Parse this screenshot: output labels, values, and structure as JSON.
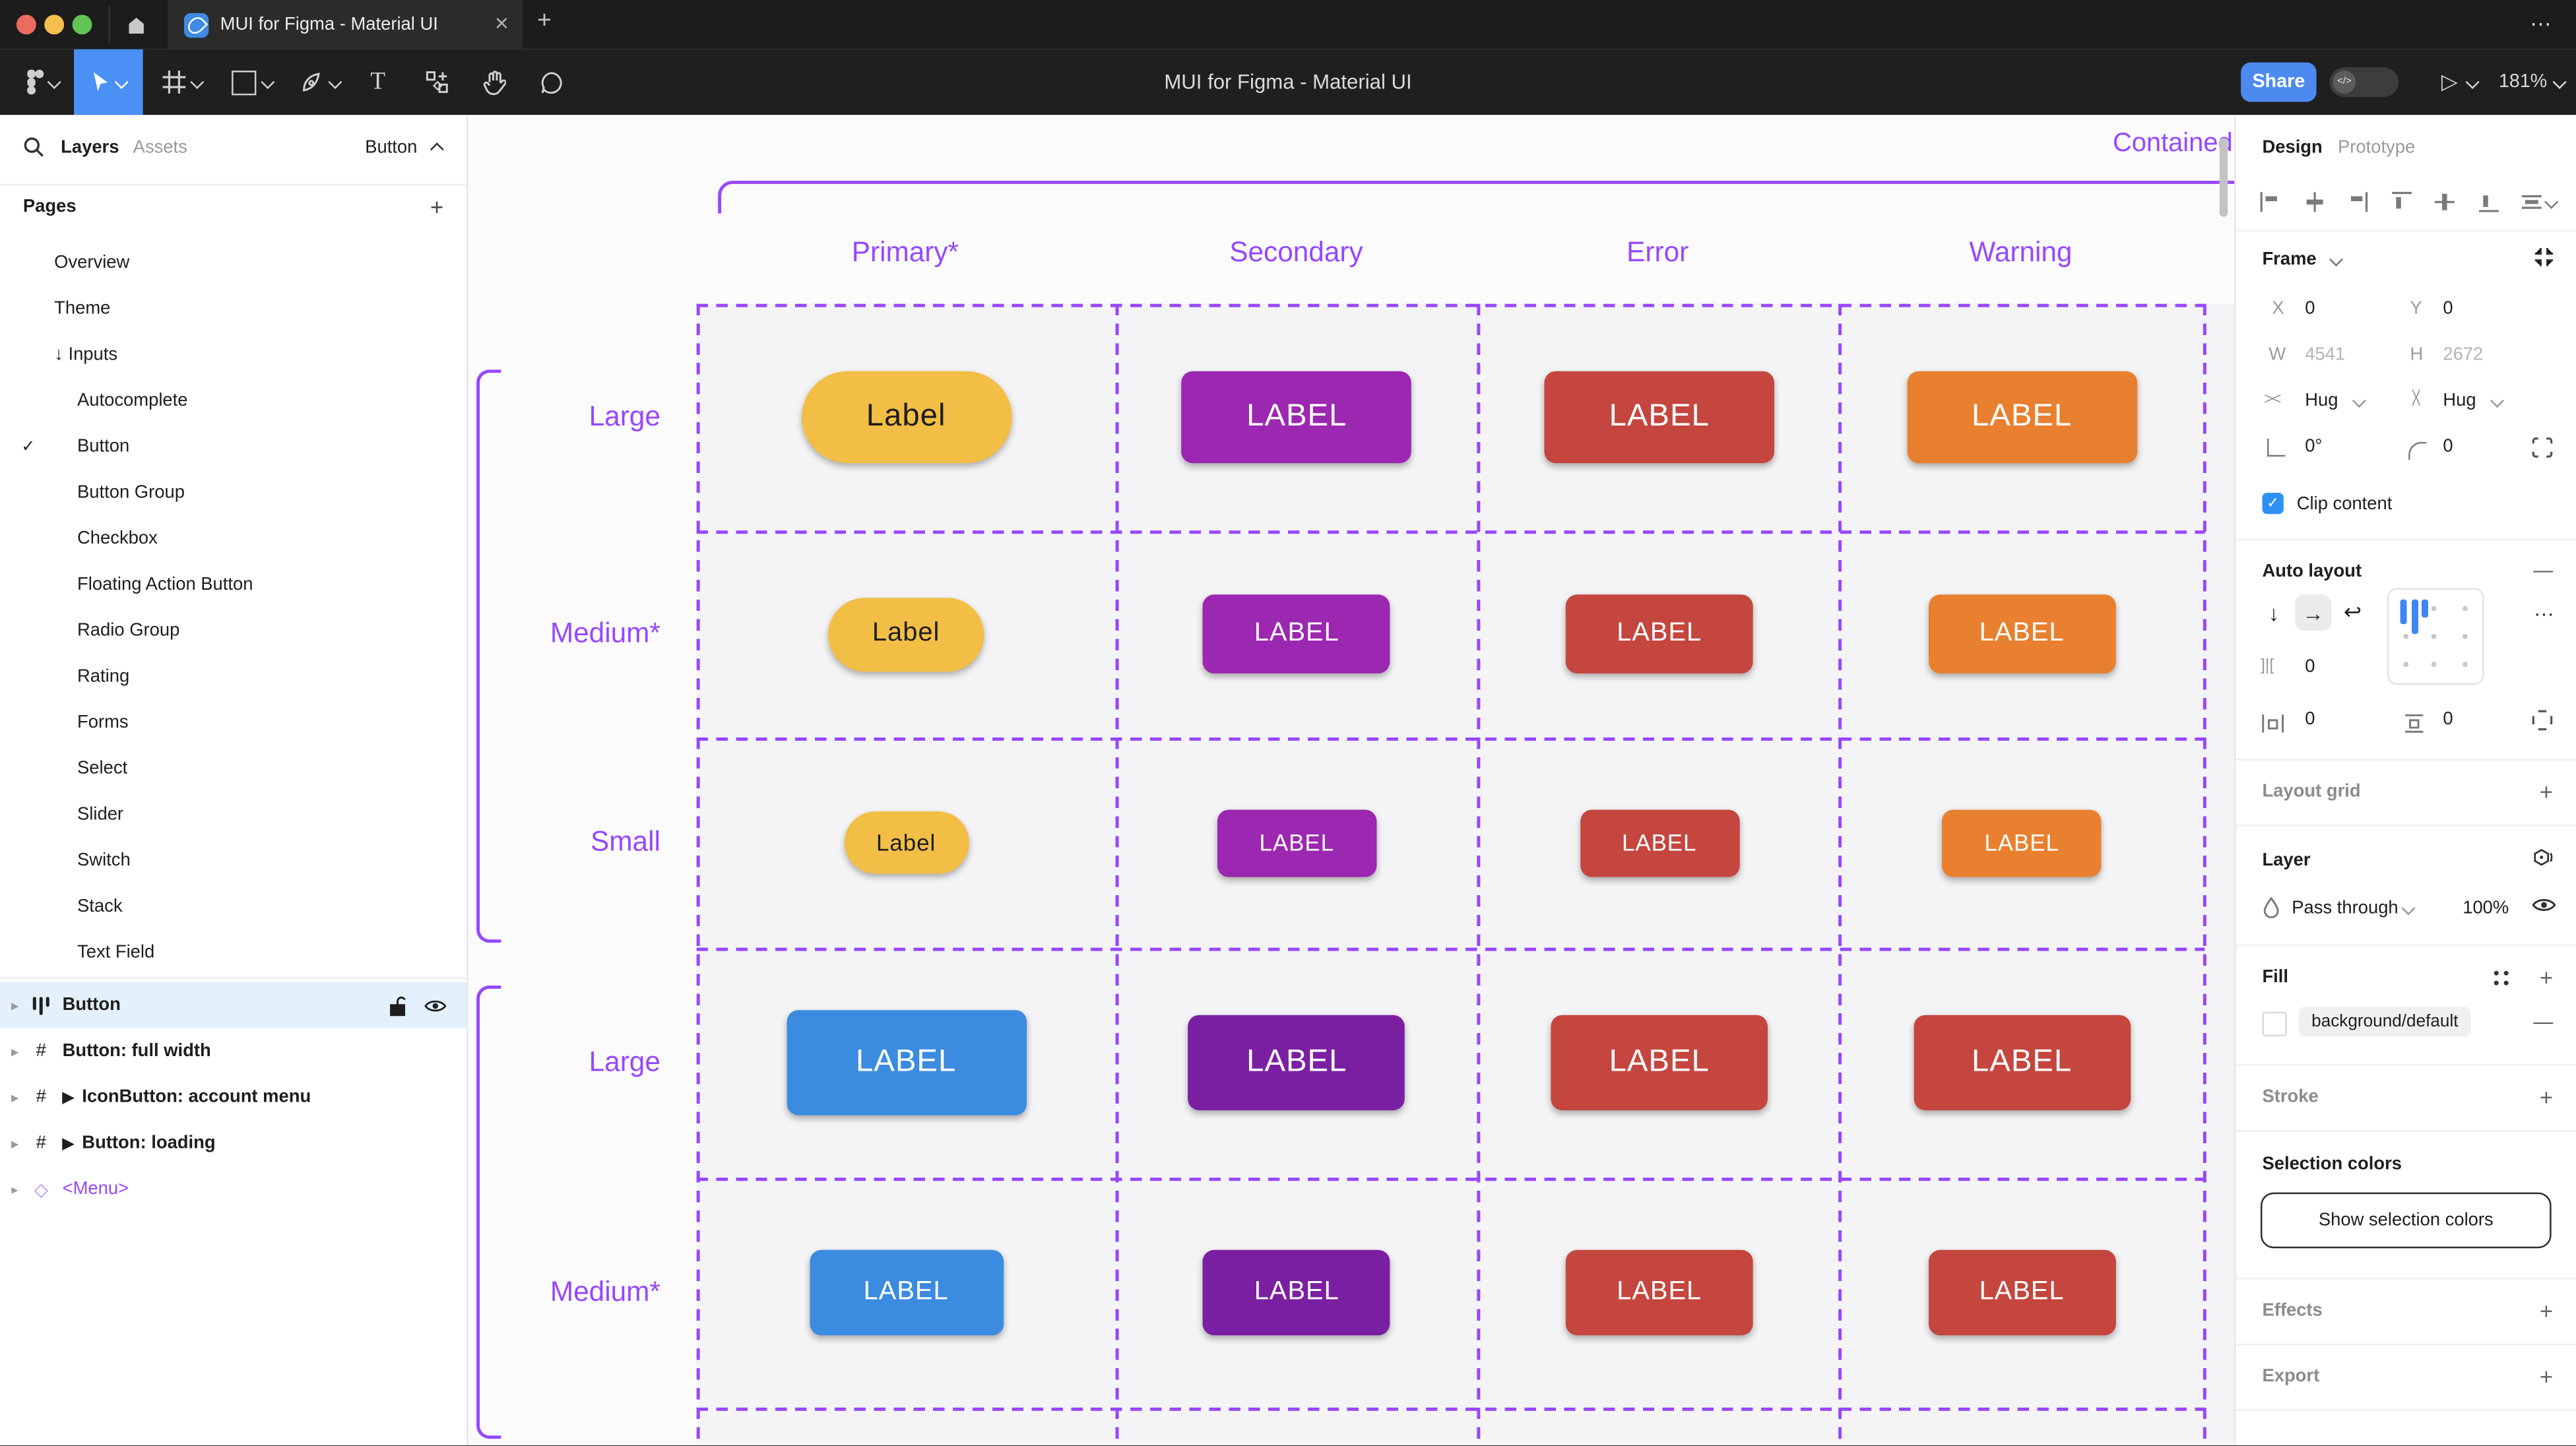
{
  "theme": {
    "purple": "#9747FF",
    "checkbox": "#2E90F5",
    "figma_blue": "#4A90F5",
    "share_blue": "#4D8AF0",
    "selection_bg": "#E4F0FB",
    "canvas_cell_bg": "#F4F4F6"
  },
  "glyphs": {
    "check": "✓",
    "triangle": "▸",
    "flow": "▶",
    "diamond": "◇",
    "more_h": "⋯",
    "more": "…",
    "minus": "—",
    "plus": "+",
    "down": "↓",
    "right": "→",
    "wrap": "↩",
    "play": "▷",
    "close": "✕",
    "hash": "#",
    "gap": "]|[",
    "hresize": "><",
    "vresize": "><",
    "dots": "∷",
    "degree": "0°"
  },
  "window": {
    "tab_title": "MUI for Figma - Material UI",
    "close_label": "✕",
    "new_tab_label": "+",
    "more_label": "⋯"
  },
  "toolbar": {
    "doc_title": "MUI for Figma - Material UI",
    "share_label": "Share",
    "dev_toggle_label": "</>",
    "zoom_level": "181%"
  },
  "left_panel": {
    "tabs": {
      "layers": "Layers",
      "assets": "Assets"
    },
    "page_dropdown": "Button",
    "pages_header": "Pages",
    "pages": [
      {
        "label": "Overview",
        "level": 1
      },
      {
        "label": "Theme",
        "level": 1
      },
      {
        "label": "Inputs",
        "level": 1,
        "prefix": "↓ "
      },
      {
        "label": "Autocomplete",
        "level": 2
      },
      {
        "label": "Button",
        "level": 2,
        "checked": true
      },
      {
        "label": "Button Group",
        "level": 2
      },
      {
        "label": "Checkbox",
        "level": 2
      },
      {
        "label": "Floating Action Button",
        "level": 2
      },
      {
        "label": "Radio Group",
        "level": 2
      },
      {
        "label": "Rating",
        "level": 2
      },
      {
        "label": "Forms",
        "level": 2
      },
      {
        "label": "Select",
        "level": 2
      },
      {
        "label": "Slider",
        "level": 2
      },
      {
        "label": "Switch",
        "level": 2
      },
      {
        "label": "Stack",
        "level": 2
      },
      {
        "label": "Text Field",
        "level": 2
      }
    ],
    "layers": [
      {
        "label": "Button",
        "icon": "auto-layout",
        "selected": true
      },
      {
        "label": "Button: full width",
        "icon": "frame"
      },
      {
        "label": "IconButton: account menu",
        "icon": "frame",
        "flow": true
      },
      {
        "label": "Button: loading",
        "icon": "frame",
        "flow": true
      },
      {
        "label": "<Menu>",
        "icon": "instance"
      }
    ]
  },
  "canvas": {
    "frame_label": "Contained",
    "column_headers": [
      "Primary*",
      "Secondary",
      "Error",
      "Warning"
    ],
    "grid": {
      "rows": [
        {
          "label": "Large",
          "size": "large",
          "cells": [
            {
              "text": "Label",
              "bg": "#F2BE45",
              "fg": "#1E1E1E",
              "pill": true
            },
            {
              "text": "LABEL",
              "bg": "#9C27B0",
              "fg": "#FFFFFF"
            },
            {
              "text": "LABEL",
              "bg": "#C4463E",
              "fg": "#FFFFFF"
            },
            {
              "text": "LABEL",
              "bg": "#E8802F",
              "fg": "#FFFFFF"
            }
          ]
        },
        {
          "label": "Medium*",
          "size": "medium",
          "cells": [
            {
              "text": "Label",
              "bg": "#F2BE45",
              "fg": "#1E1E1E",
              "pill": true
            },
            {
              "text": "LABEL",
              "bg": "#9C27B0",
              "fg": "#FFFFFF"
            },
            {
              "text": "LABEL",
              "bg": "#C4463E",
              "fg": "#FFFFFF"
            },
            {
              "text": "LABEL",
              "bg": "#E8802F",
              "fg": "#FFFFFF"
            }
          ]
        },
        {
          "label": "Small",
          "size": "small",
          "cells": [
            {
              "text": "Label",
              "bg": "#F2BE45",
              "fg": "#1E1E1E",
              "pill": true
            },
            {
              "text": "LABEL",
              "bg": "#9C27B0",
              "fg": "#FFFFFF"
            },
            {
              "text": "LABEL",
              "bg": "#C4463E",
              "fg": "#FFFFFF"
            },
            {
              "text": "LABEL",
              "bg": "#E8802F",
              "fg": "#FFFFFF"
            }
          ]
        },
        {
          "label": "Large",
          "size": "large2",
          "cells": [
            {
              "text": "LABEL",
              "bg": "#3B8BE0",
              "fg": "#FFFFFF"
            },
            {
              "text": "LABEL",
              "bg": "#7B1FA2",
              "fg": "#FFFFFF"
            },
            {
              "text": "LABEL",
              "bg": "#C4463E",
              "fg": "#FFFFFF"
            },
            {
              "text": "LABEL",
              "bg": "#C4463E",
              "fg": "#FFFFFF"
            }
          ]
        },
        {
          "label": "Medium*",
          "size": "medium2",
          "cells": [
            {
              "text": "LABEL",
              "bg": "#3B8BE0",
              "fg": "#FFFFFF"
            },
            {
              "text": "LABEL",
              "bg": "#7B1FA2",
              "fg": "#FFFFFF"
            },
            {
              "text": "LABEL",
              "bg": "#C4463E",
              "fg": "#FFFFFF"
            },
            {
              "text": "LABEL",
              "bg": "#C4463E",
              "fg": "#FFFFFF"
            }
          ]
        }
      ]
    }
  },
  "right_panel": {
    "tabs": {
      "design": "Design",
      "prototype": "Prototype"
    },
    "frame": {
      "title": "Frame",
      "x_label": "X",
      "x_value": "0",
      "y_label": "Y",
      "y_value": "0",
      "w_label": "W",
      "w_value": "4541",
      "h_label": "H",
      "h_value": "2672",
      "h_sizing": "Hug",
      "v_sizing": "Hug",
      "rotation": "0°",
      "corner_radius": "0",
      "clip_label": "Clip content"
    },
    "auto_layout": {
      "title": "Auto layout",
      "gap": "0",
      "padding_h": "0",
      "padding_v": "0"
    },
    "layout_grid": {
      "title": "Layout grid"
    },
    "layer": {
      "title": "Layer",
      "blend_mode": "Pass through",
      "opacity": "100%"
    },
    "fill": {
      "title": "Fill",
      "style_name": "background/default"
    },
    "stroke": {
      "title": "Stroke"
    },
    "selection_colors": {
      "title": "Selection colors",
      "button_label": "Show selection colors"
    },
    "effects": {
      "title": "Effects"
    },
    "export": {
      "title": "Export"
    }
  }
}
